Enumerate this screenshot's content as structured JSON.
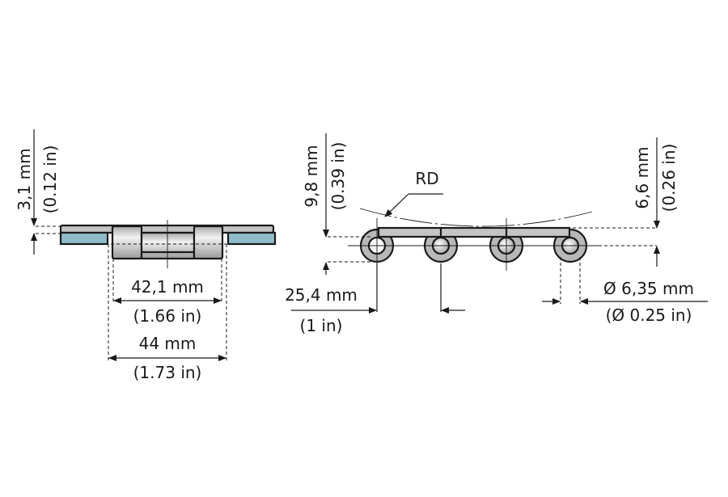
{
  "colors": {
    "metal": "#c4c4c4",
    "glass": "#8fbcc6",
    "outline": "#1a1a1a"
  },
  "side_view": {
    "thickness_mm": "3,1 mm",
    "thickness_in": "(0.12 in)",
    "inner_width_mm": "42,1 mm",
    "inner_width_in": "(1.66 in)",
    "outer_width_mm": "44 mm",
    "outer_width_in": "(1.73 in)"
  },
  "front_view": {
    "height_mm": "9,8 mm",
    "height_in": "(0.39 in)",
    "rd_label": "RD",
    "link_height_mm": "6,6 mm",
    "link_height_in": "(0.26 in)",
    "pitch_mm": "25,4 mm",
    "pitch_in": "(1 in)",
    "pin_diameter_mm": "Ø 6,35 mm",
    "pin_diameter_in": "(Ø 0.25 in)"
  }
}
